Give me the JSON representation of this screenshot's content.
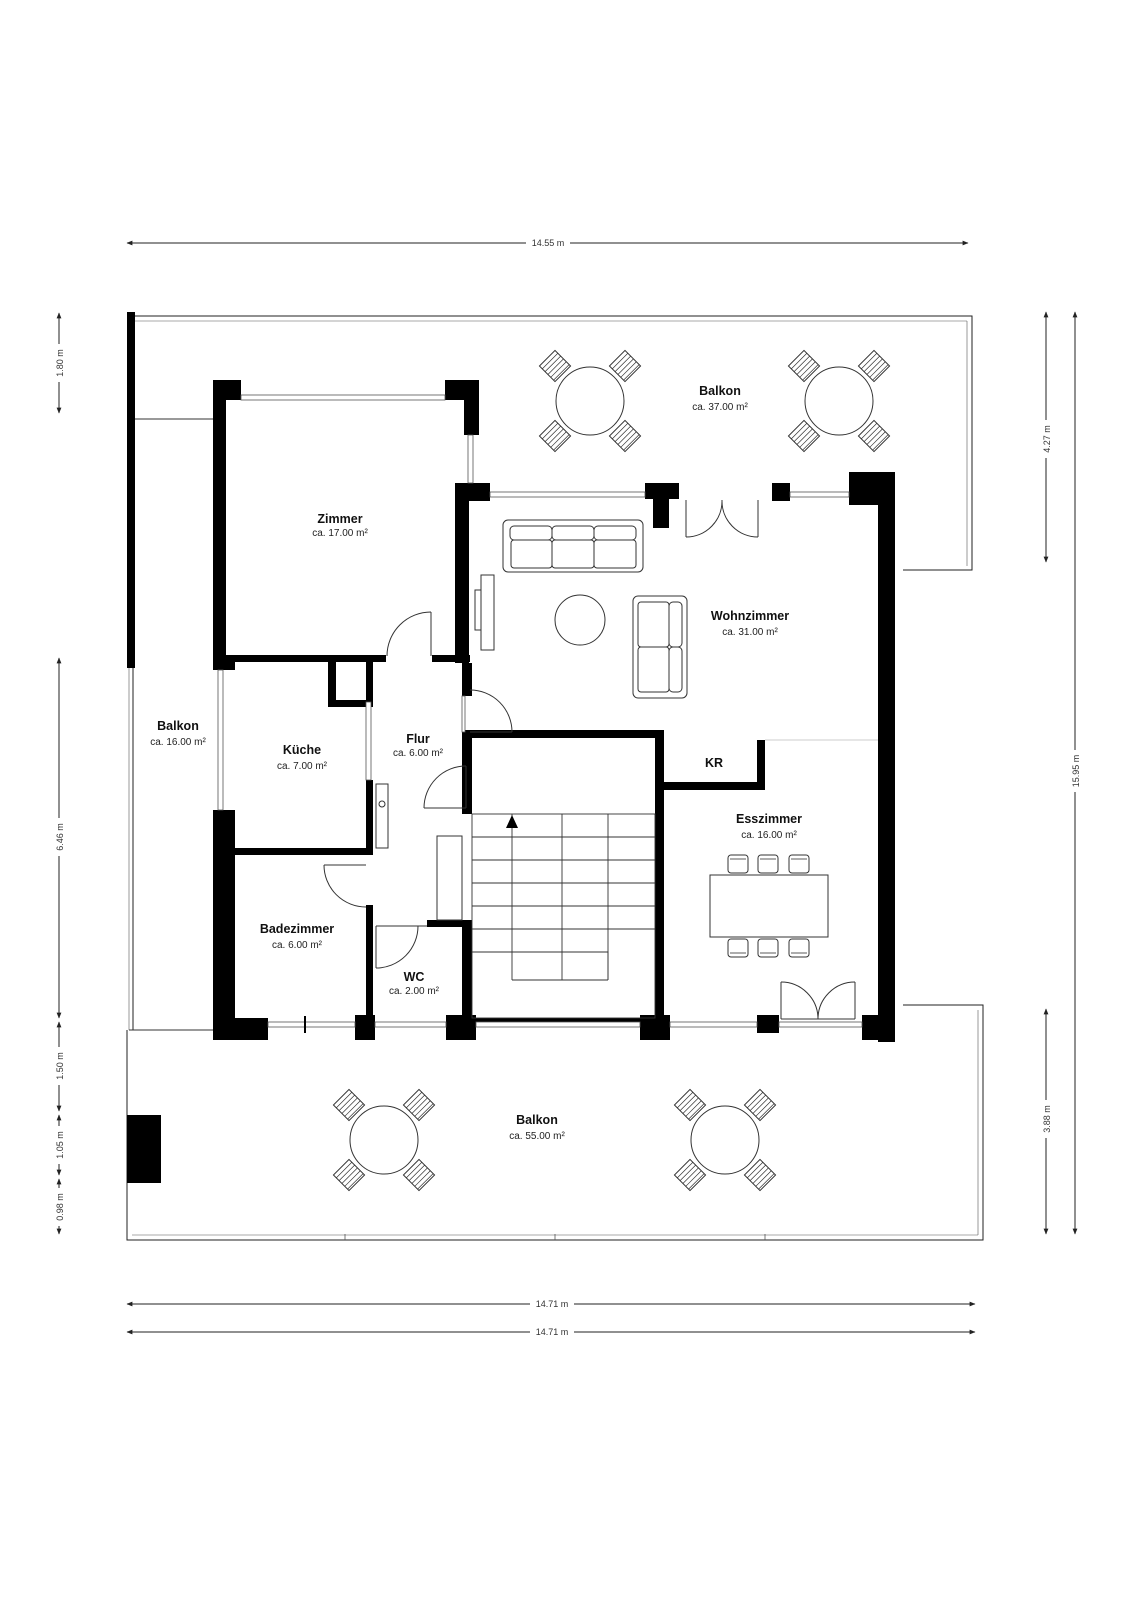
{
  "rooms": [
    {
      "name": "Balkon",
      "area": "ca. 37.00 m²"
    },
    {
      "name": "Zimmer",
      "area": "ca. 17.00 m²"
    },
    {
      "name": "Wohnzimmer",
      "area": "ca. 31.00 m²"
    },
    {
      "name": "Balkon",
      "area": "ca. 16.00 m²"
    },
    {
      "name": "Küche",
      "area": "ca. 7.00 m²"
    },
    {
      "name": "Flur",
      "area": "ca. 6.00 m²"
    },
    {
      "name": "KR",
      "area": ""
    },
    {
      "name": "Esszimmer",
      "area": "ca. 16.00 m²"
    },
    {
      "name": "Badezimmer",
      "area": "ca. 6.00 m²"
    },
    {
      "name": "WC",
      "area": "ca. 2.00 m²"
    },
    {
      "name": "Balkon",
      "area": "ca. 55.00 m²"
    }
  ],
  "dimensions": {
    "top": "14.55 m",
    "bottom_1": "14.71 m",
    "bottom_2": "14.71 m",
    "left": [
      "1.80 m",
      "6.46 m",
      "1.50 m",
      "1.05 m",
      "0.98 m"
    ],
    "right_inner": [
      "4.27 m",
      "3.88 m"
    ],
    "right_outer": "15.95 m"
  }
}
